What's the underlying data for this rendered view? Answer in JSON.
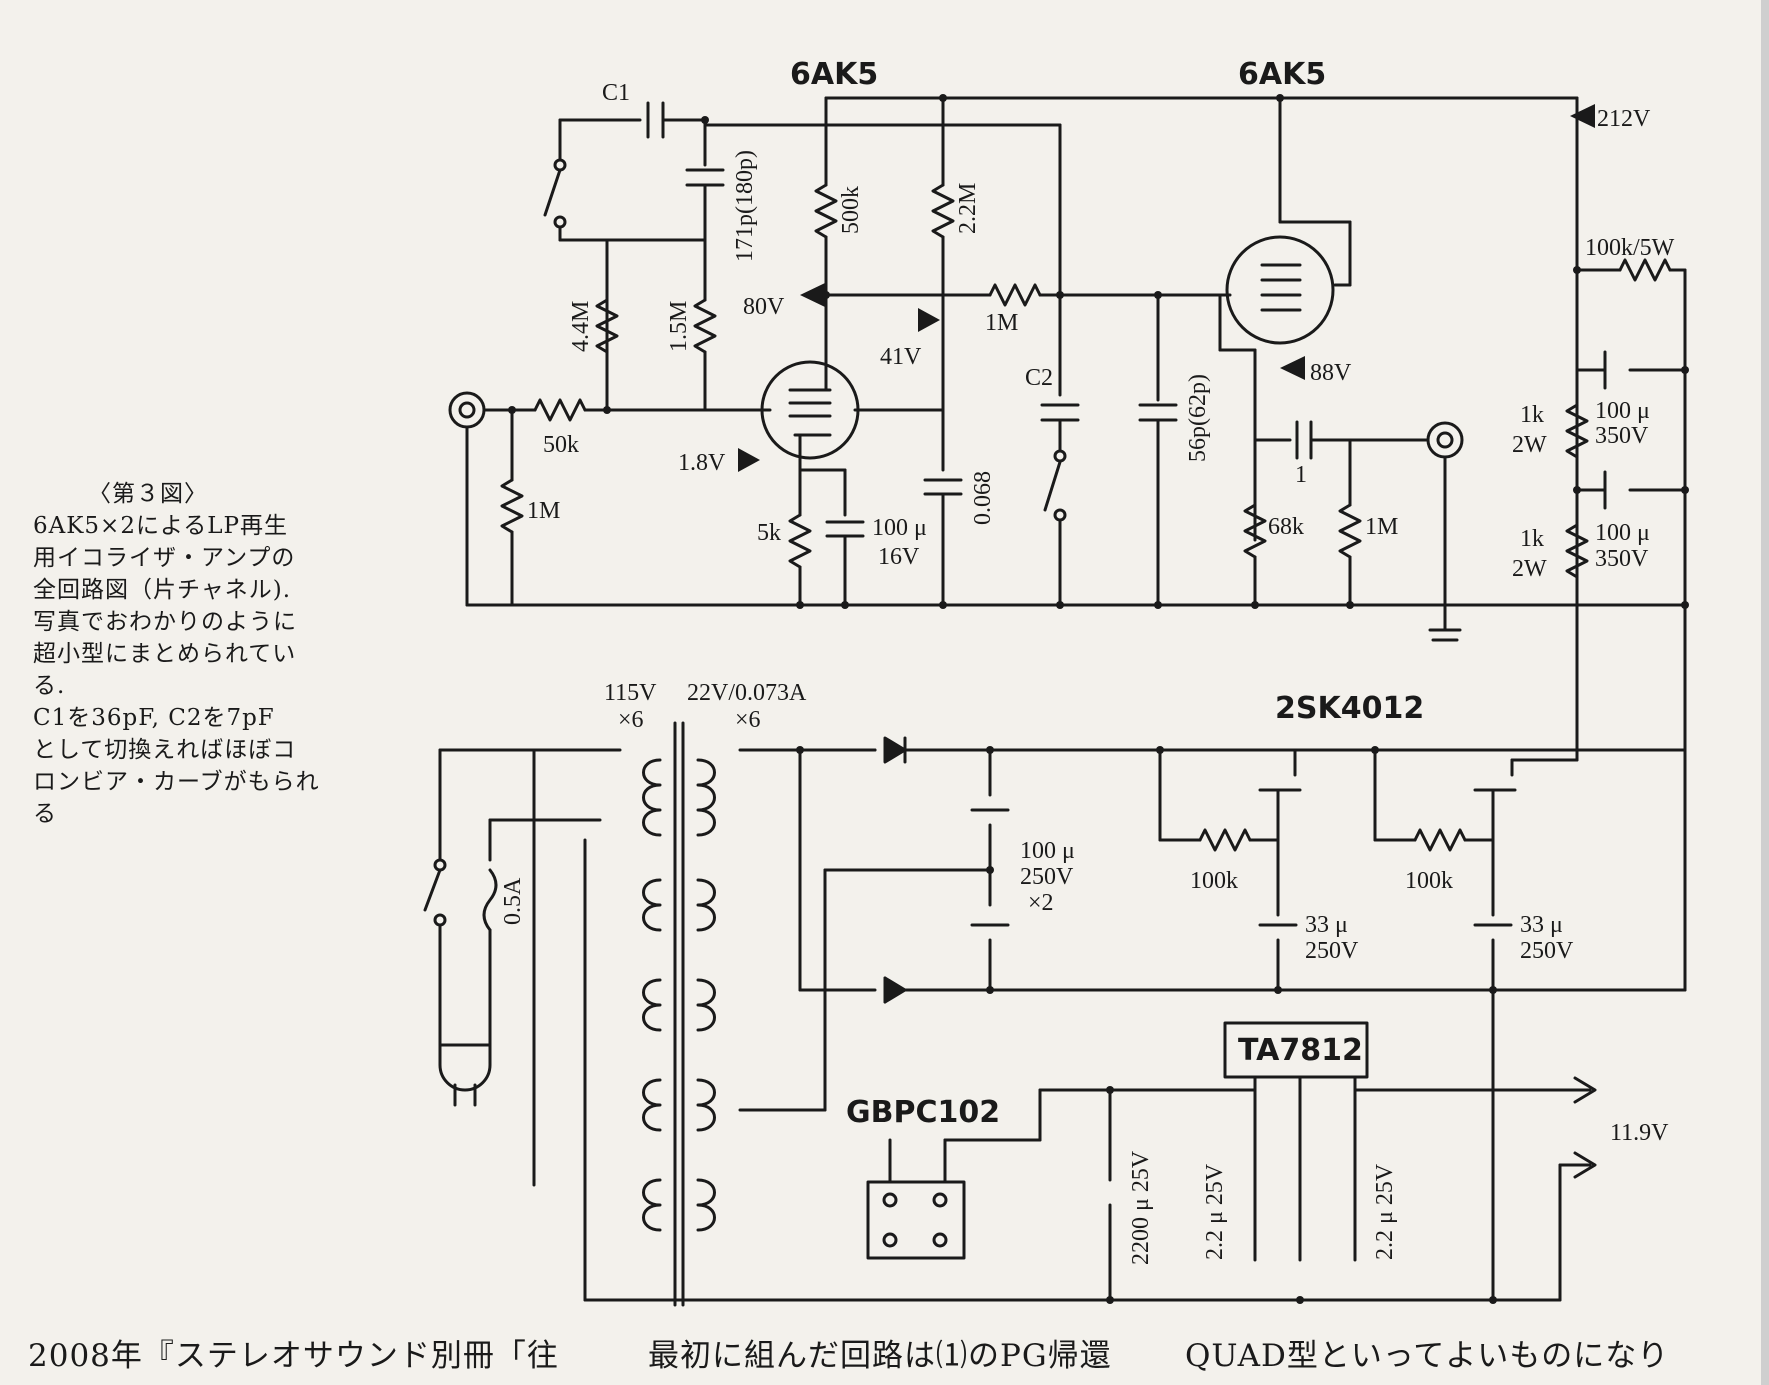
{
  "caption": {
    "title": "〈第３図〉",
    "lines": [
      "6AK5×2によるLP再生",
      "用イコライザ・アンプの",
      "全回路図（片チャネル).",
      "写真でおわかりのように",
      "超小型にまとめられてい",
      "る.",
      "C1を36pF, C2を7pF",
      "として切換えればほぼコ",
      "ロンビア・カーブがもられ",
      "る"
    ]
  },
  "schematic": {
    "tubes": [
      "6AK5",
      "6AK5"
    ],
    "labels": {
      "c1": "C1",
      "c2": "C2",
      "c_171p": "171p(180p)",
      "r_500k": "500k",
      "r_22m": "2.2M",
      "r_44m": "4.4M",
      "r_15m": "1.5M",
      "v_80": "80V",
      "v_41": "41V",
      "r_1m_mid": "1M",
      "r_50k": "50k",
      "v_18": "1.8V",
      "r_1m_in": "1M",
      "r_5k": "5k",
      "c_100u_a": "100 μ",
      "c_16v": "16V",
      "c_0068": "0.068",
      "c_56p": "56p(62p)",
      "v_88": "88V",
      "c_1": "1",
      "r_68k": "68k",
      "r_1m_out": "1M",
      "v_212": "212V",
      "r_100k5w": "100k/5W",
      "r_1k_a": "1k",
      "r_2w_a": "2W",
      "c_100u_b": "100 μ",
      "c_350v_b": "350V",
      "r_1k_b": "1k",
      "r_2w_b": "2W",
      "c_100u_c": "100 μ",
      "c_350v_c": "350V",
      "prim_v": "115V",
      "prim_x": "×6",
      "sec_v": "22V/0.073A",
      "sec_x": "×6",
      "fuse": "0.5A",
      "mosfet": "2SK4012",
      "c_100u_d": "100 μ",
      "c_250v_d": "250V",
      "c_x2": "×2",
      "r_100k_a": "100k",
      "r_100k_b": "100k",
      "c_33u_a": "33 μ",
      "c_250v_a": "250V",
      "c_33u_b": "33 μ",
      "c_250v_b": "250V",
      "reg": "TA7812",
      "bridge": "GBPC102",
      "v_out": "11.9V",
      "c_2200": "2200 μ 25V",
      "c_22a": "2.2 μ 25V",
      "c_22b": "2.2 μ 25V"
    }
  },
  "bottom_text": [
    "2008年『ステレオサウンド別冊「往",
    "最初に組んだ回路は⑴のPG帰還",
    "QUAD型といってよいものになり"
  ]
}
